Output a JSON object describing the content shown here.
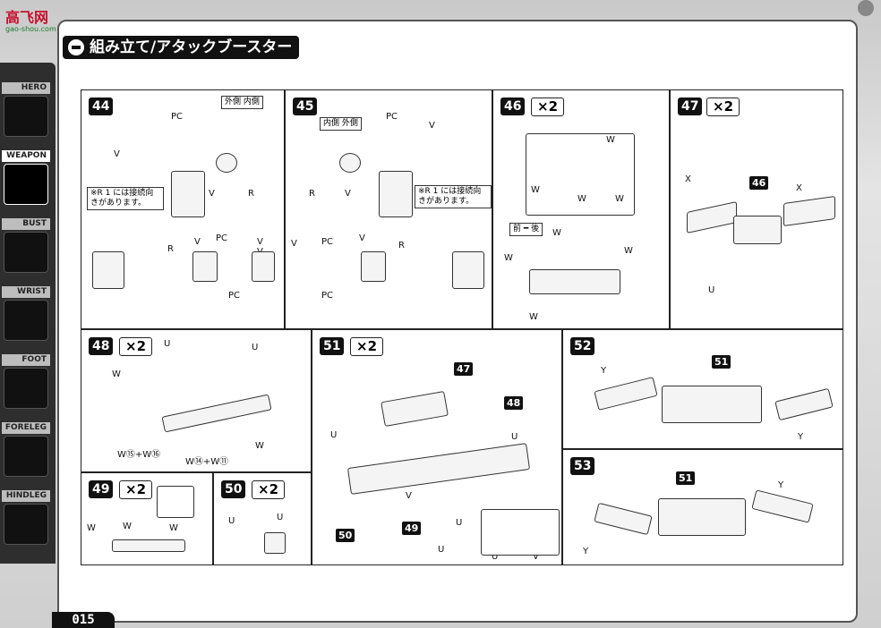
{
  "site_logo": "高飞网",
  "site_url": "gao-shou.com",
  "title": "組み立て/アタックブースター",
  "page_number": "015",
  "sidebar": [
    "HERO",
    "WEAPON",
    "BUST",
    "WRIST",
    "FOOT",
    "FORELEG",
    "HINDLEG"
  ],
  "steps": {
    "s44": {
      "num": "44",
      "labels": [
        "PC",
        "V",
        "V",
        "R",
        "R",
        "V",
        "V",
        "PC",
        "PC",
        "V"
      ],
      "note": "※R 1 には接続向きがあります。",
      "note_inner": "外側",
      "note_outer": "内側"
    },
    "s45": {
      "num": "45",
      "labels": [
        "PC",
        "V",
        "R",
        "V",
        "V",
        "PC",
        "V",
        "R",
        "PC"
      ],
      "note": "※R 1 には接続向きがあります。",
      "note_inner": "内側",
      "note_outer": "外側"
    },
    "s46": {
      "num": "46",
      "mult": "×2",
      "labels": [
        "W",
        "W",
        "W",
        "W",
        "W",
        "W",
        "W",
        "W"
      ],
      "note_front": "前",
      "note_back": "後"
    },
    "s47": {
      "num": "47",
      "mult": "×2",
      "labels": [
        "X",
        "X",
        "U"
      ],
      "ref": "46"
    },
    "s48": {
      "num": "48",
      "mult": "×2",
      "labels": [
        "U",
        "U",
        "W",
        "W",
        "W⑮+W⑯",
        "W⑭+W⑪"
      ]
    },
    "s49": {
      "num": "49",
      "mult": "×2",
      "labels": [
        "W",
        "W",
        "W"
      ]
    },
    "s50": {
      "num": "50",
      "mult": "×2",
      "labels": [
        "U",
        "U"
      ]
    },
    "s51": {
      "num": "51",
      "mult": "×2",
      "labels": [
        "U",
        "U",
        "V",
        "U",
        "U",
        "U",
        "U",
        "V"
      ],
      "refs": [
        "47",
        "48",
        "50",
        "49"
      ]
    },
    "s52": {
      "num": "52",
      "labels": [
        "Y",
        "Y"
      ],
      "ref": "51"
    },
    "s53": {
      "num": "53",
      "labels": [
        "Y",
        "Y"
      ],
      "ref": "51"
    }
  }
}
